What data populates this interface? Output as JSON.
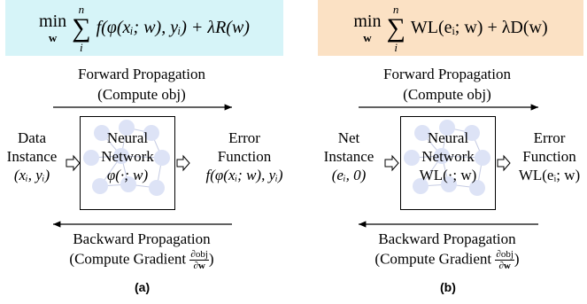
{
  "panel_a": {
    "formula": {
      "min": "min",
      "min_sub": "w",
      "sum_top": "n",
      "sum_bottom": "i",
      "body": "f(φ(xᵢ; w), yᵢ) + λR(w)"
    },
    "forward_title": "Forward Propagation",
    "forward_sub": "(Compute obj)",
    "input_line1": "Data",
    "input_line2": "Instance",
    "input_line3": "(xᵢ, yᵢ)",
    "net_line1": "Neural",
    "net_line2": "Network",
    "net_line3": "φ(·; w)",
    "output_line1": "Error",
    "output_line2": "Function",
    "output_line3": "f(φ(xᵢ; w), yᵢ)",
    "backward_title": "Backward Propagation",
    "backward_sub": "(Compute Gradient",
    "grad_num": "∂obj",
    "grad_den": "∂w",
    "backward_close": ")",
    "caption": "(a)",
    "formula_bg": "#d6f4f8"
  },
  "panel_b": {
    "formula": {
      "min": "min",
      "min_sub": "w",
      "sum_top": "n",
      "sum_bottom": "i",
      "body": "WL(eᵢ; w) + λD(w)"
    },
    "forward_title": "Forward Propagation",
    "forward_sub": "(Compute obj)",
    "input_line1": "Net",
    "input_line2": "Instance",
    "input_line3": "(eᵢ, 0)",
    "net_line1": "Neural",
    "net_line2": "Network",
    "net_line3": "WL(·; w)",
    "output_line1": "Error",
    "output_line2": "Function",
    "output_line3": "WL(eᵢ; w)",
    "backward_title": "Backward Propagation",
    "backward_sub": "(Compute Gradient",
    "grad_num": "∂obj",
    "grad_den": "∂w",
    "backward_close": ")",
    "caption": "(b)",
    "formula_bg": "#fbe1c4"
  },
  "colors": {
    "node_fill": "#dde3f6",
    "edge": "#c5cbe3"
  }
}
